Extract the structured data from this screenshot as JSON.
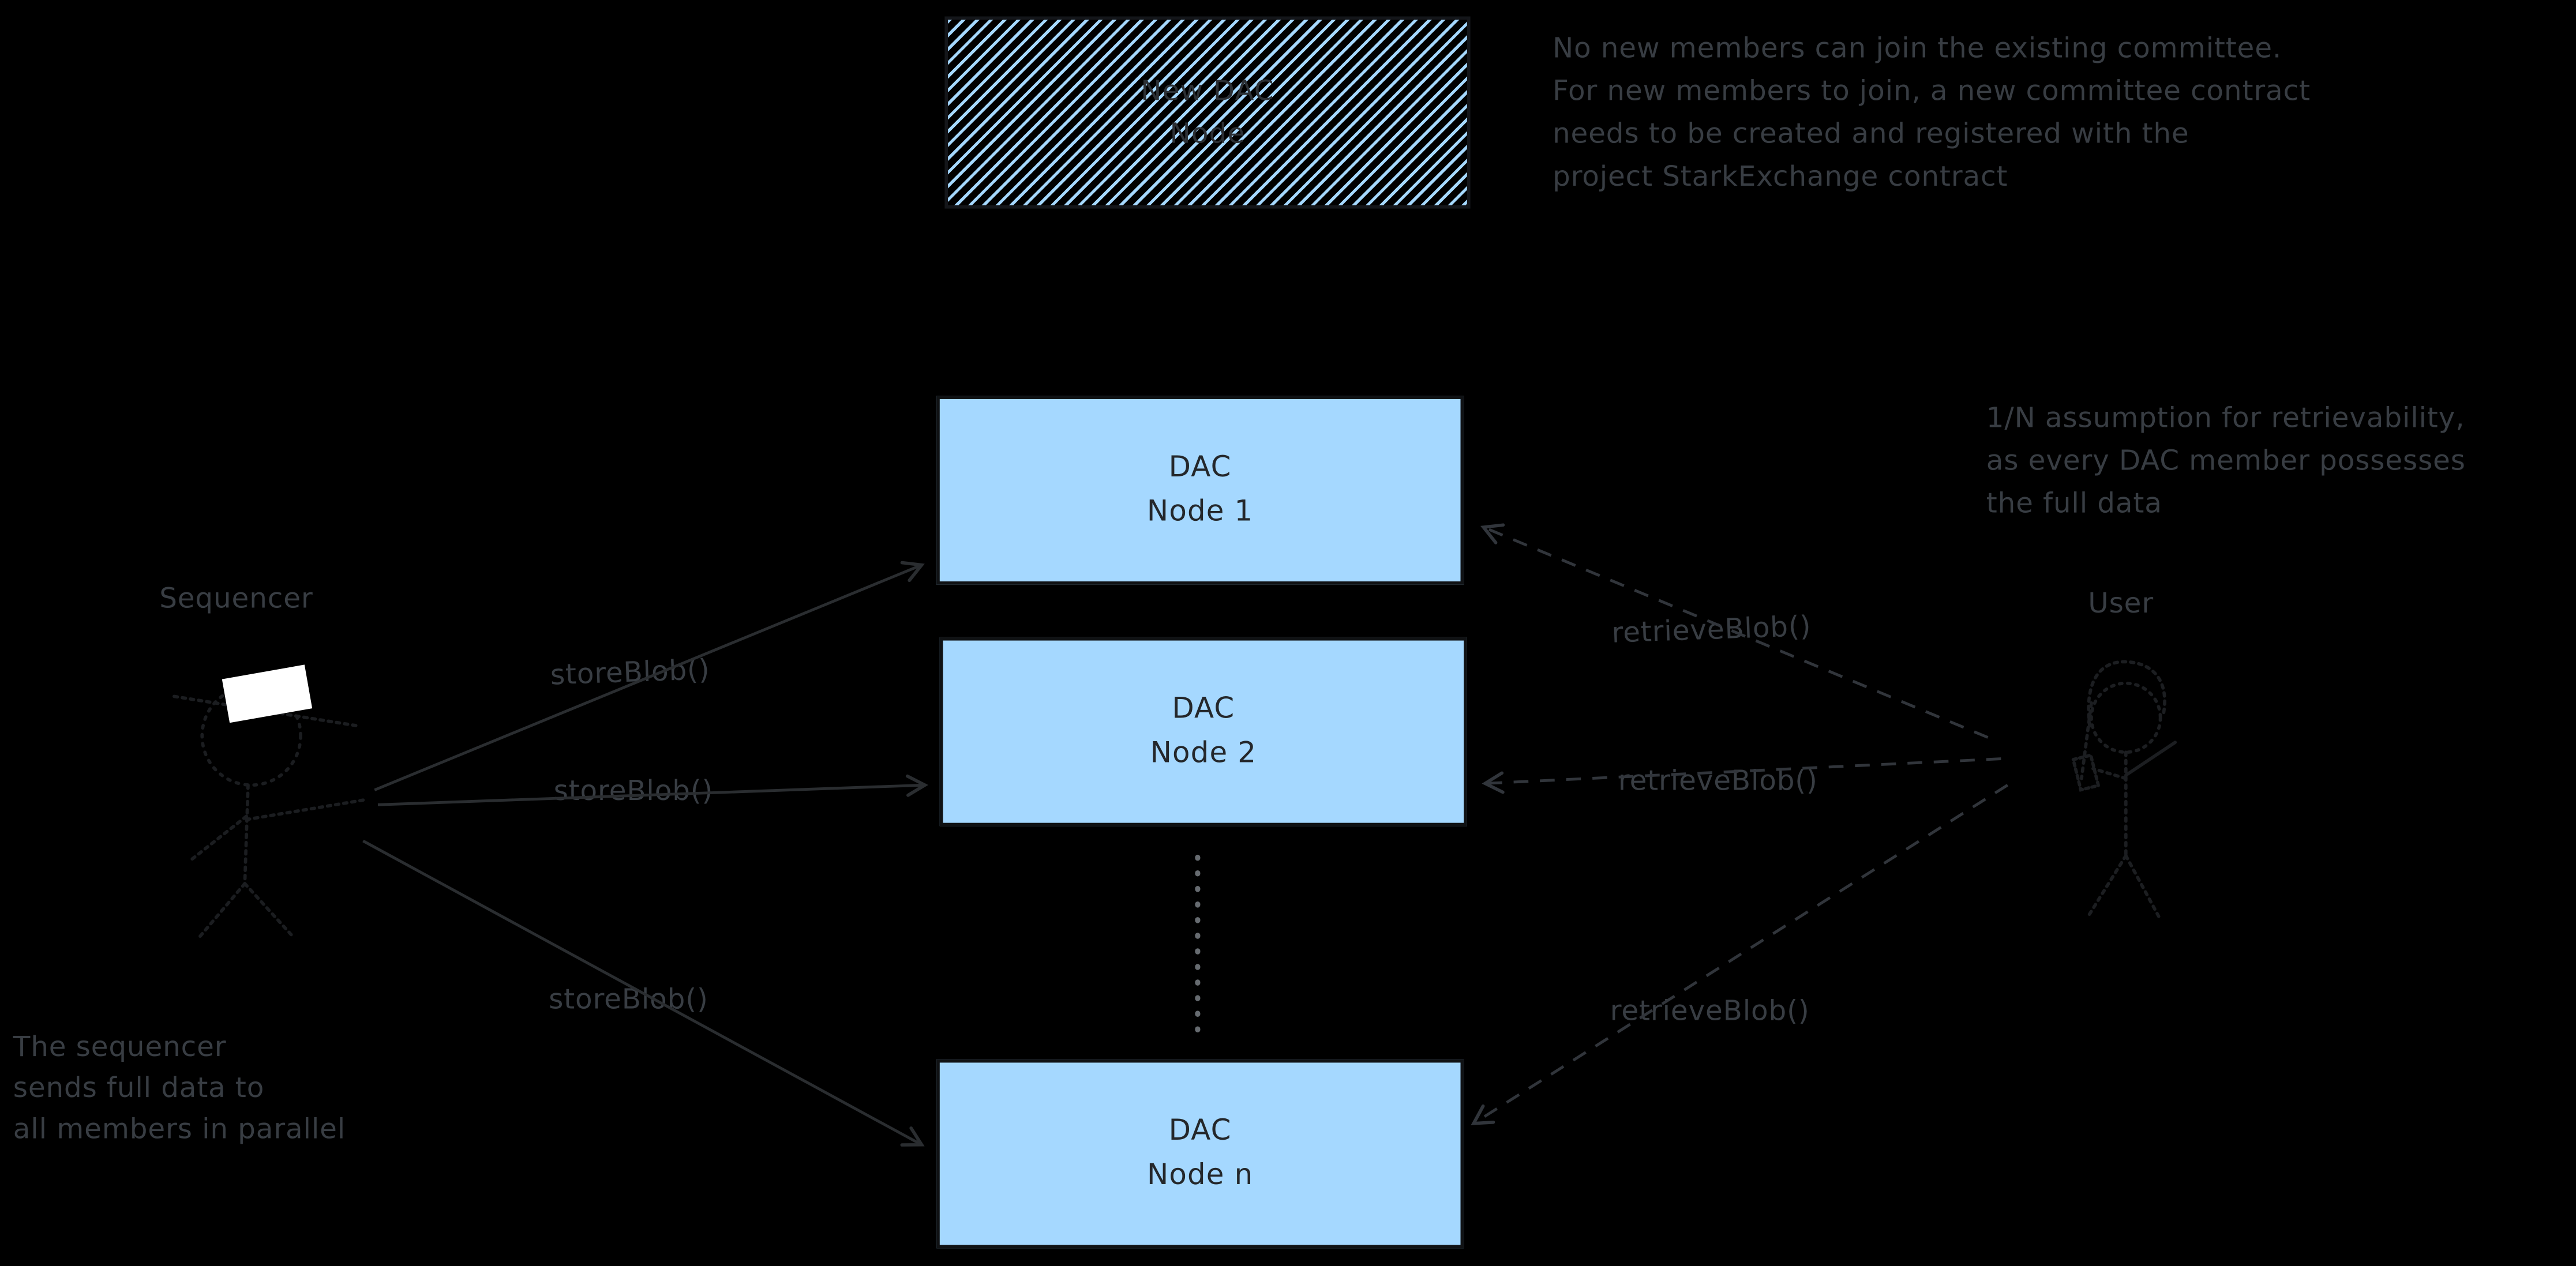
{
  "colors": {
    "background": "#000000",
    "node_fill": "#a5d8ff",
    "dark_stroke": "#1e1e1e",
    "note_text": "#383d43"
  },
  "new_node_box": {
    "line1": "New DAC",
    "line2": "Node"
  },
  "nodes": [
    {
      "line1": "DAC",
      "line2": "Node 1"
    },
    {
      "line1": "DAC",
      "line2": "Node 2"
    },
    {
      "line1": "DAC",
      "line2": "Node n"
    }
  ],
  "actors": {
    "sequencer_label": "Sequencer",
    "user_label": "User"
  },
  "edge_labels": {
    "store": "storeBlob()",
    "retrieve": "retrieveBlob()"
  },
  "annotations": {
    "top_right": [
      "No new members can join the existing committee.",
      "For new members to join, a new committee contract",
      "needs to be created and registered with the",
      "project StarkExchange contract"
    ],
    "retrievability": [
      "1/N assumption for retrievability,",
      "as every DAC member possesses",
      "the full data"
    ],
    "sequencer_note": [
      "The sequencer",
      "sends full data to",
      "all members in parallel"
    ]
  }
}
